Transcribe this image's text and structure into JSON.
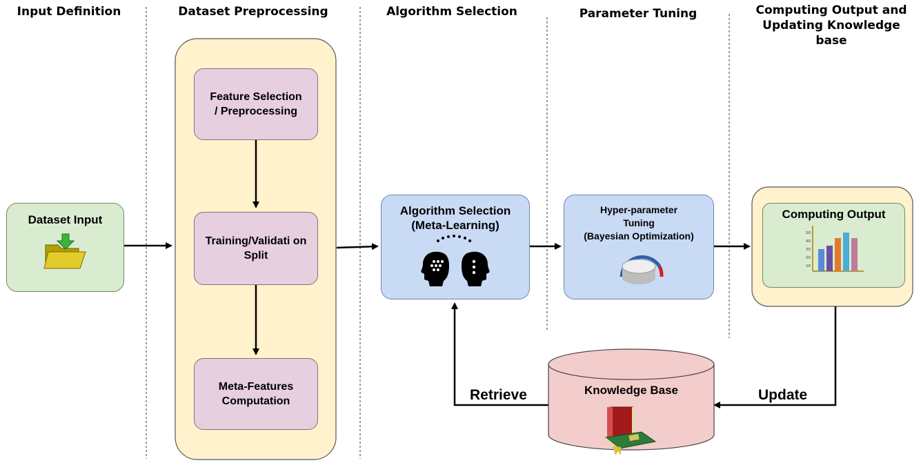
{
  "columns": {
    "input_definition": "Input Definition",
    "dataset_preprocessing": "Dataset Preprocessing",
    "algorithm_selection": "Algorithm Selection",
    "parameter_tuning": "Parameter Tuning",
    "computing_output": "Computing Output and Updating Knowledge base"
  },
  "nodes": {
    "dataset_input": "Dataset Input",
    "feature_selection": "Feature Selection / Preprocessing",
    "train_split": "Training/Validati on Split",
    "meta_features": "Meta-Features Computation",
    "algo_selection_title": "Algorithm Selection",
    "algo_selection_sub": "(Meta-Learning)",
    "hyper_title": "Hyper-parameter Tuning",
    "hyper_sub": "(Bayesian Optimization)",
    "computing_output": "Computing Output",
    "knowledge_base": "Knowledge Base"
  },
  "edges": {
    "retrieve": "Retrieve",
    "update": "Update"
  },
  "colors": {
    "green_box": "#d9ecd0",
    "yellow_panel": "#fff2cc",
    "pink_box": "#e6d0e0",
    "blue_box": "#c9daf5",
    "db_red": "#f3cccc"
  },
  "icons": [
    "folder-download-icon",
    "two-heads-icon",
    "knob-icon",
    "bar-chart-icon",
    "books-icon"
  ]
}
